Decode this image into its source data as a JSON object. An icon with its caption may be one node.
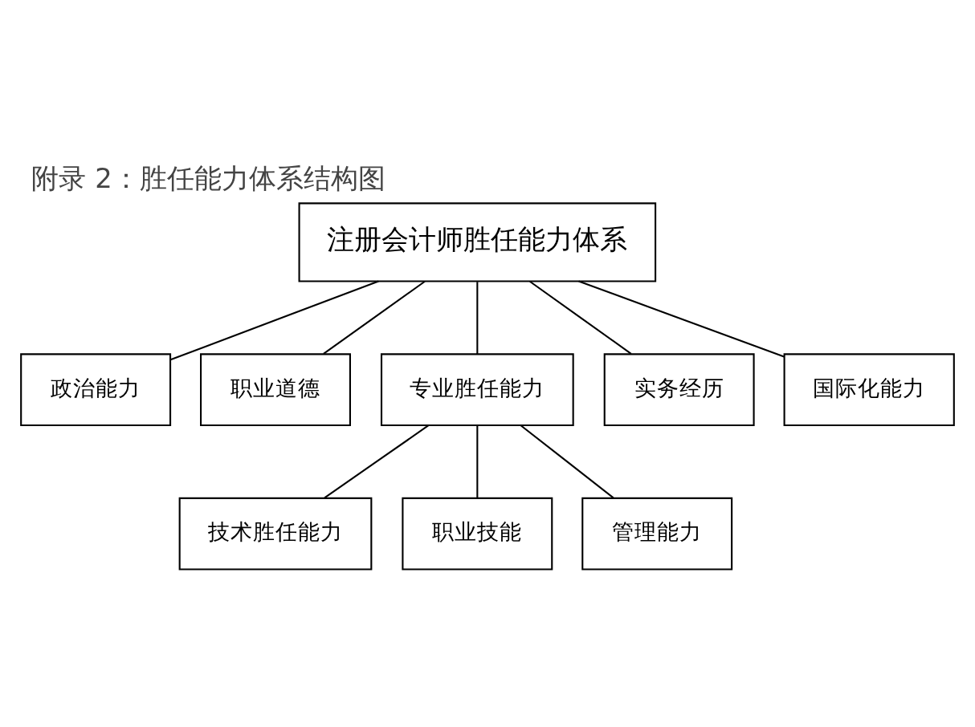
{
  "diagram": {
    "title": "附录 2：胜任能力体系结构图",
    "nodes": [
      {
        "text": [
          "注册会计师胜任能力体系"
        ]
      },
      {
        "text": [
          "政治能力"
        ]
      },
      {
        "text": [
          "职业道德"
        ]
      },
      {
        "text": [
          "专业胜任能力"
        ]
      },
      {
        "text": [
          "实务经历"
        ]
      },
      {
        "text": [
          "国际化能力"
        ]
      },
      {
        "text": [
          "技术胜任能力"
        ]
      },
      {
        "text": [
          "职业技能"
        ]
      },
      {
        "text": [
          "管理能力"
        ]
      }
    ],
    "edges": [
      {
        "from": 0,
        "to": 1,
        "arrow": "none"
      },
      {
        "from": 0,
        "to": 2,
        "arrow": "none"
      },
      {
        "from": 0,
        "to": 3,
        "arrow": "none"
      },
      {
        "from": 0,
        "to": 4,
        "arrow": "none"
      },
      {
        "from": 0,
        "to": 5,
        "arrow": "none"
      },
      {
        "from": 3,
        "to": 6,
        "arrow": "none"
      },
      {
        "from": 3,
        "to": 7,
        "arrow": "none"
      },
      {
        "from": 3,
        "to": 8,
        "arrow": "none"
      }
    ]
  }
}
